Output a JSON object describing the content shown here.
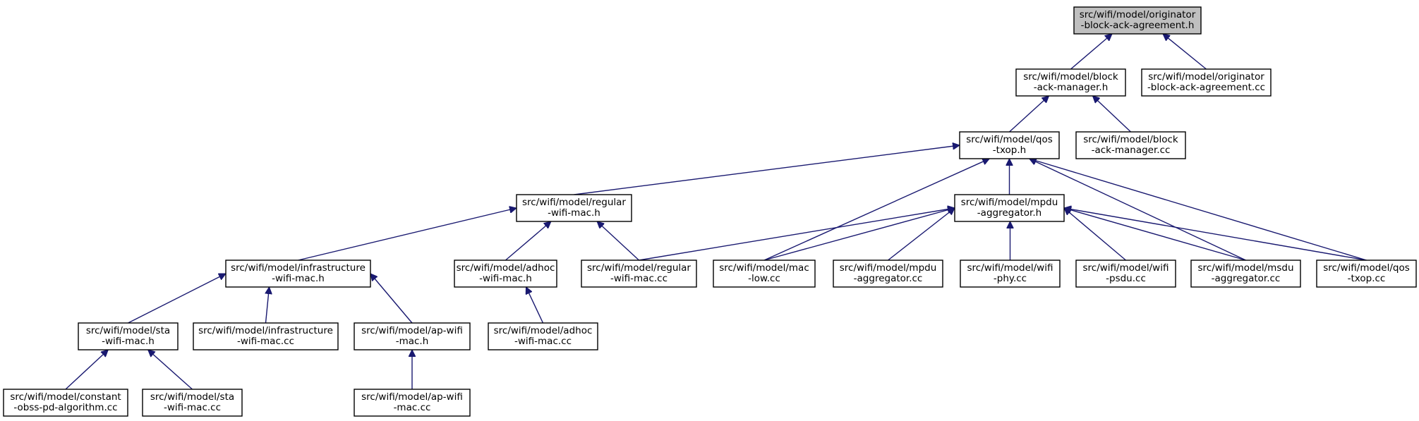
{
  "colors": {
    "edge": "#191970",
    "node_fill": "#ffffff",
    "root_fill": "#bfbfbf",
    "border": "#000000"
  },
  "nodes": [
    {
      "id": "root",
      "lines": [
        "src/wifi/model/originator",
        "-block-ack-agreement.h"
      ],
      "root": true
    },
    {
      "id": "bam_h",
      "lines": [
        "src/wifi/model/block",
        "-ack-manager.h"
      ]
    },
    {
      "id": "orig_cc",
      "lines": [
        "src/wifi/model/originator",
        "-block-ack-agreement.cc"
      ]
    },
    {
      "id": "qos_h",
      "lines": [
        "src/wifi/model/qos",
        "-txop.h"
      ]
    },
    {
      "id": "bam_cc",
      "lines": [
        "src/wifi/model/block",
        "-ack-manager.cc"
      ]
    },
    {
      "id": "reg_h",
      "lines": [
        "src/wifi/model/regular",
        "-wifi-mac.h"
      ]
    },
    {
      "id": "mpdu_h",
      "lines": [
        "src/wifi/model/mpdu",
        "-aggregator.h"
      ]
    },
    {
      "id": "infra_h",
      "lines": [
        "src/wifi/model/infrastructure",
        "-wifi-mac.h"
      ]
    },
    {
      "id": "adhoc_h",
      "lines": [
        "src/wifi/model/adhoc",
        "-wifi-mac.h"
      ]
    },
    {
      "id": "reg_cc",
      "lines": [
        "src/wifi/model/regular",
        "-wifi-mac.cc"
      ]
    },
    {
      "id": "maclow_cc",
      "lines": [
        "src/wifi/model/mac",
        "-low.cc"
      ]
    },
    {
      "id": "mpdu_cc",
      "lines": [
        "src/wifi/model/mpdu",
        "-aggregator.cc"
      ]
    },
    {
      "id": "phy_cc",
      "lines": [
        "src/wifi/model/wifi",
        "-phy.cc"
      ]
    },
    {
      "id": "psdu_cc",
      "lines": [
        "src/wifi/model/wifi",
        "-psdu.cc"
      ]
    },
    {
      "id": "msdu_cc",
      "lines": [
        "src/wifi/model/msdu",
        "-aggregator.cc"
      ]
    },
    {
      "id": "qos_cc",
      "lines": [
        "src/wifi/model/qos",
        "-txop.cc"
      ]
    },
    {
      "id": "sta_h",
      "lines": [
        "src/wifi/model/sta",
        "-wifi-mac.h"
      ]
    },
    {
      "id": "infra_cc",
      "lines": [
        "src/wifi/model/infrastructure",
        "-wifi-mac.cc"
      ]
    },
    {
      "id": "ap_h",
      "lines": [
        "src/wifi/model/ap-wifi",
        "-mac.h"
      ]
    },
    {
      "id": "adhoc_cc",
      "lines": [
        "src/wifi/model/adhoc",
        "-wifi-mac.cc"
      ]
    },
    {
      "id": "const_cc",
      "lines": [
        "src/wifi/model/constant",
        "-obss-pd-algorithm.cc"
      ]
    },
    {
      "id": "sta_cc",
      "lines": [
        "src/wifi/model/sta",
        "-wifi-mac.cc"
      ]
    },
    {
      "id": "ap_cc",
      "lines": [
        "src/wifi/model/ap-wifi",
        "-mac.cc"
      ]
    }
  ],
  "edges": [
    [
      "root",
      "bam_h"
    ],
    [
      "root",
      "orig_cc"
    ],
    [
      "bam_h",
      "qos_h"
    ],
    [
      "bam_h",
      "bam_cc"
    ],
    [
      "qos_h",
      "reg_h"
    ],
    [
      "qos_h",
      "mpdu_h"
    ],
    [
      "qos_h",
      "maclow_cc"
    ],
    [
      "qos_h",
      "msdu_cc"
    ],
    [
      "qos_h",
      "qos_cc"
    ],
    [
      "reg_h",
      "infra_h"
    ],
    [
      "reg_h",
      "adhoc_h"
    ],
    [
      "reg_h",
      "reg_cc"
    ],
    [
      "mpdu_h",
      "reg_cc"
    ],
    [
      "mpdu_h",
      "maclow_cc"
    ],
    [
      "mpdu_h",
      "mpdu_cc"
    ],
    [
      "mpdu_h",
      "phy_cc"
    ],
    [
      "mpdu_h",
      "psdu_cc"
    ],
    [
      "mpdu_h",
      "msdu_cc"
    ],
    [
      "mpdu_h",
      "qos_cc"
    ],
    [
      "infra_h",
      "sta_h"
    ],
    [
      "infra_h",
      "infra_cc"
    ],
    [
      "infra_h",
      "ap_h"
    ],
    [
      "adhoc_h",
      "adhoc_cc"
    ],
    [
      "sta_h",
      "const_cc"
    ],
    [
      "sta_h",
      "sta_cc"
    ],
    [
      "ap_h",
      "ap_cc"
    ]
  ]
}
